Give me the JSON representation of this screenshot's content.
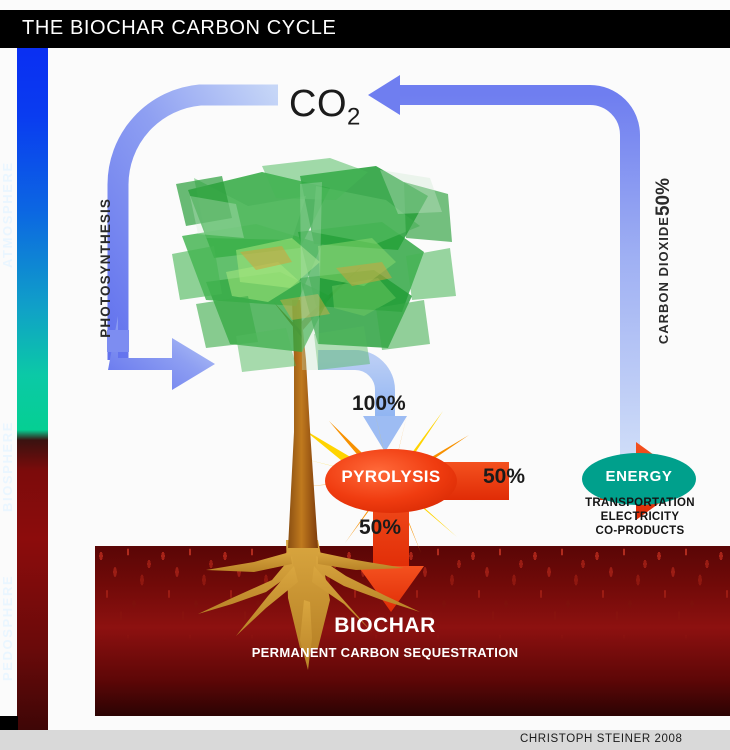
{
  "header": {
    "title": "THE BIOCHAR CARBON CYCLE"
  },
  "spheres": {
    "items": [
      {
        "name": "atmosphere",
        "label": "ATMOSPHERE",
        "color": "#0a3cf0"
      },
      {
        "name": "biosphere",
        "label": "BIOSPHERE",
        "color": "#05cf93"
      },
      {
        "name": "pedosphere",
        "label": "PEDOSPHERE",
        "color": "#7c0b0b"
      }
    ]
  },
  "diagram": {
    "co2_label": "CO",
    "co2_subscript": "2",
    "photosynthesis_label": "PHOTOSYNTHESIS",
    "carbon_dioxide_label": "CARBON DIOXIDE",
    "carbon_dioxide_pct": "50%",
    "pyrolysis_label": "PYROLYSIS",
    "energy_label": "ENERGY",
    "energy_outputs": "TRANSPORTATION\nELECTRICITY\nCO-PRODUCTS",
    "biochar_label": "BIOCHAR",
    "sequestration_label": "PERMANENT CARBON SEQUESTRATION",
    "flow_to_pyrolysis_pct": "100%",
    "flow_to_biochar_pct": "50%",
    "flow_to_energy_pct": "50%"
  },
  "colors": {
    "arrow_blue": "#6f7ef0",
    "arrow_blue_light": "#b9cdf5",
    "pyrolysis_red": "#ef3b12",
    "starburst_yellow": "#ffd800",
    "starburst_orange": "#f28200",
    "energy_teal": "#00a08c",
    "trunk_brown": "#a4641c",
    "root_tan": "#d7a33c",
    "canopy_green": "#1f9c34",
    "soil_red": "#7a0d0b",
    "header_black": "#000000",
    "footer_gray": "#d9d9d9"
  },
  "footer": {
    "credit": "CHRISTOPH STEINER 2008"
  }
}
